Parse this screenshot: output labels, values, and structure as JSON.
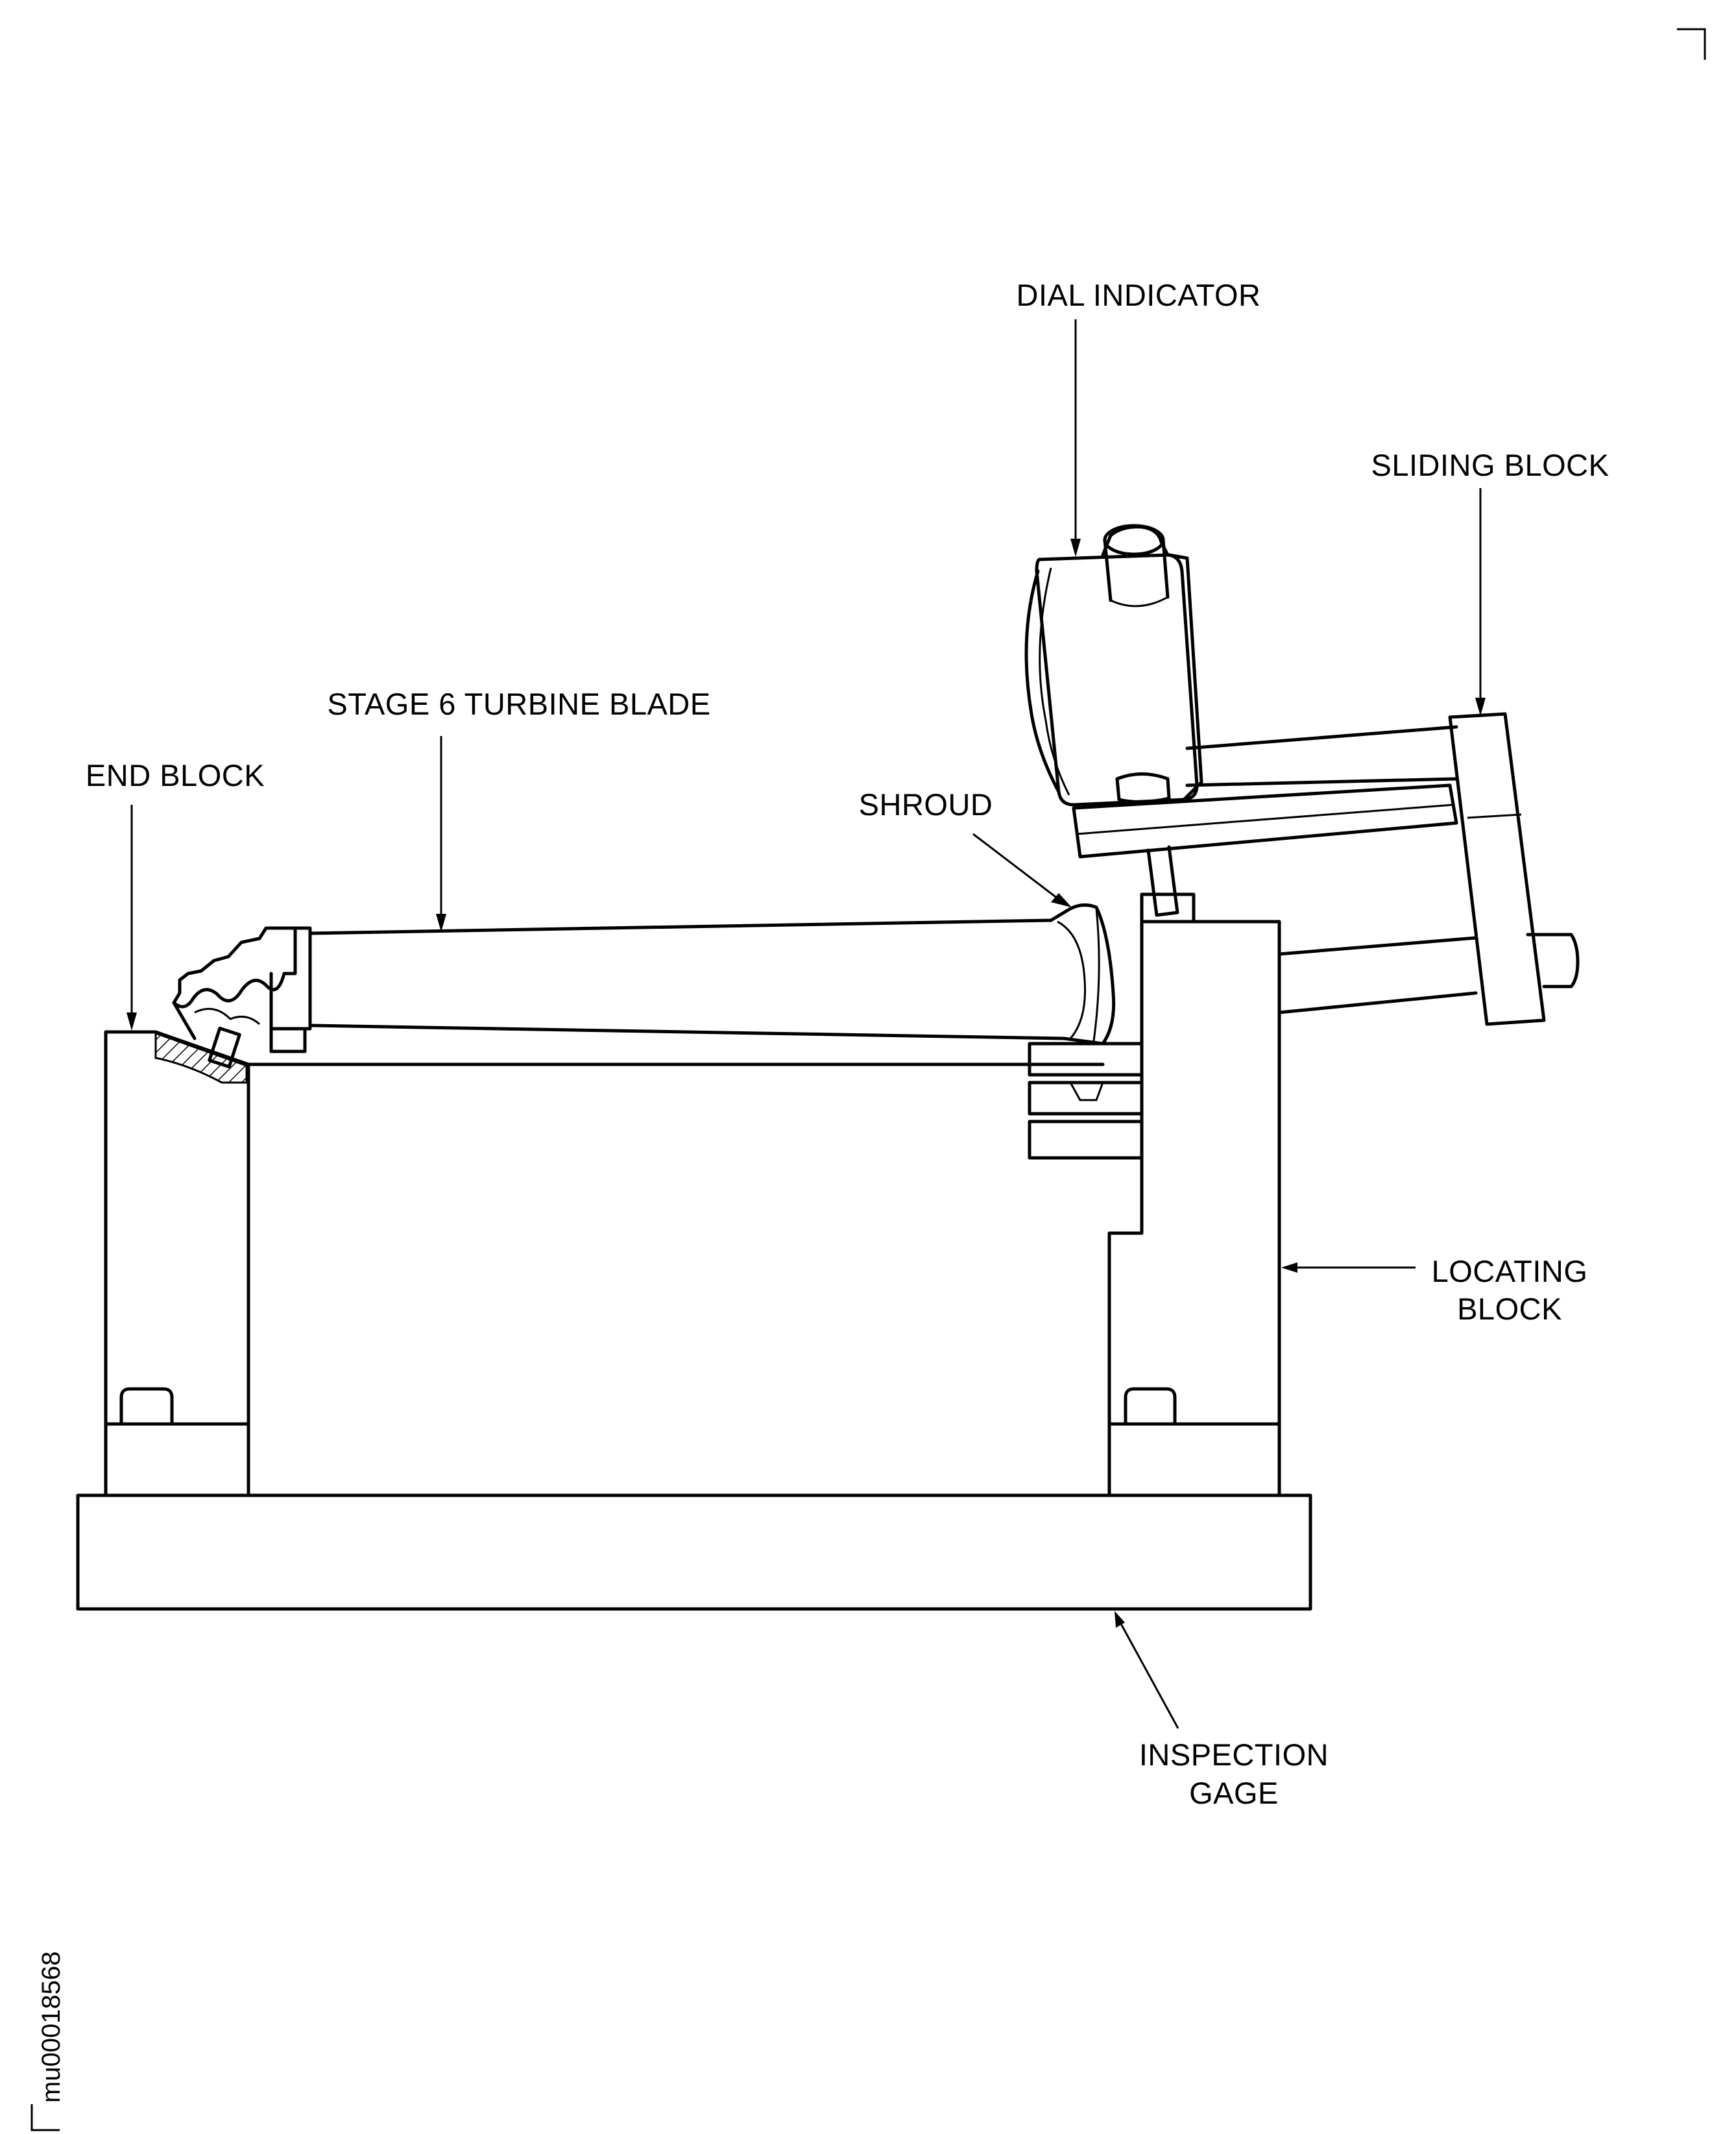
{
  "labels": {
    "dial_indicator": "DIAL INDICATOR",
    "sliding_block": "SLIDING BLOCK",
    "stage6_blade": "STAGE 6 TURBINE BLADE",
    "end_block": "END BLOCK",
    "shroud": "SHROUD",
    "locating_block_line1": "LOCATING",
    "locating_block_line2": "BLOCK",
    "inspection_gage_line1": "INSPECTION",
    "inspection_gage_line2": "GAGE"
  },
  "figure_id": "mu00018568"
}
